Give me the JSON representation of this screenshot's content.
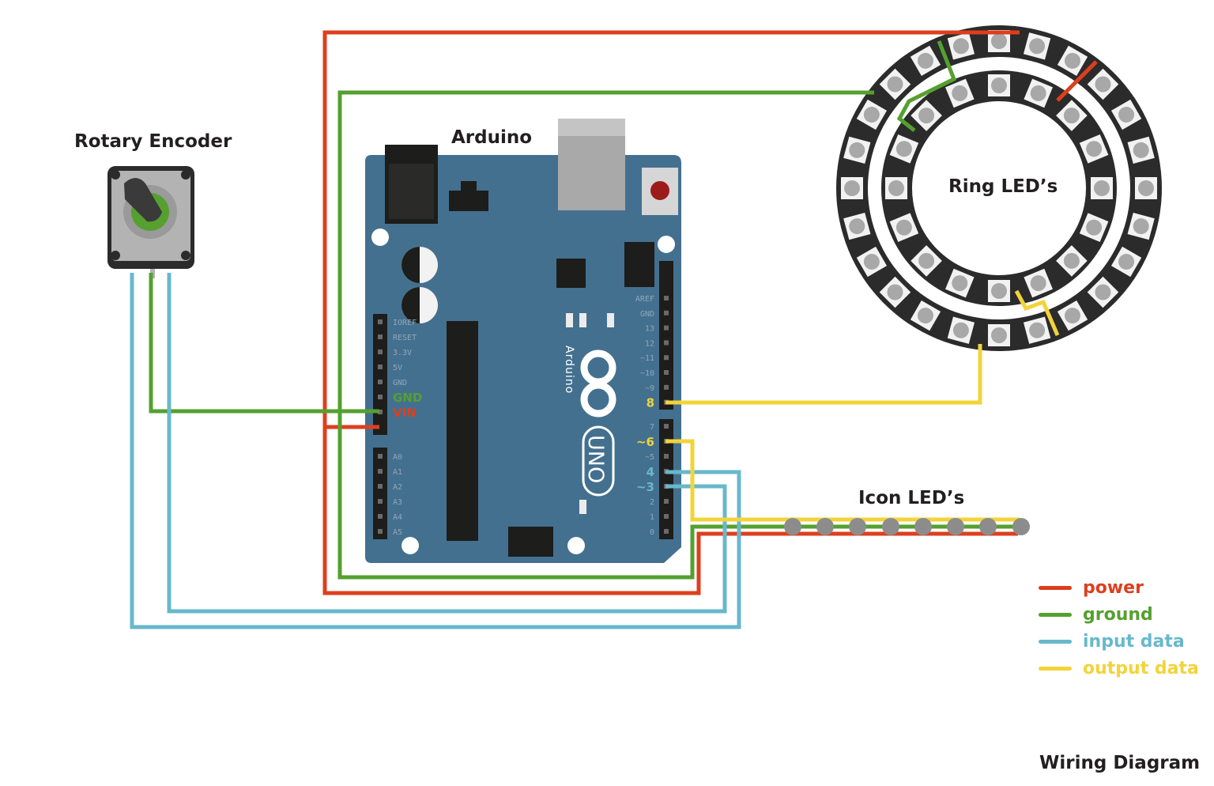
{
  "labels": {
    "rotary_encoder": "Rotary Encoder",
    "arduino": "Arduino",
    "ring_leds": "Ring LED’s",
    "icon_leds": "Icon LED’s",
    "footer": "Wiring Diagram"
  },
  "board": {
    "brand": "Arduino",
    "model": "UNO",
    "power_pins": [
      "IOREF",
      "RESET",
      "3.3V",
      "5V",
      "GND",
      "GND",
      "VIN"
    ],
    "analog_pins": [
      "A0",
      "A1",
      "A2",
      "A3",
      "A4",
      "A5"
    ],
    "digital_pins_top": [
      "AREF",
      "GND",
      "13",
      "12",
      "~11",
      "~10",
      "~9",
      "8"
    ],
    "digital_pins_bottom": [
      "7",
      "~6",
      "~5",
      "4",
      "~3",
      "2",
      "1",
      "0"
    ]
  },
  "legend": [
    {
      "label": "power",
      "color": "#dd3f1e"
    },
    {
      "label": "ground",
      "color": "#55a02f"
    },
    {
      "label": "input data",
      "color": "#68b8cc"
    },
    {
      "label": "output data",
      "color": "#f2d43a"
    }
  ],
  "colors": {
    "power": "#dd3f1e",
    "ground": "#55a02f",
    "input": "#68b8cc",
    "output": "#f2d43a",
    "board": "#44708f",
    "ring": "#2b2b2b",
    "pixel": "#bdbdbd"
  }
}
